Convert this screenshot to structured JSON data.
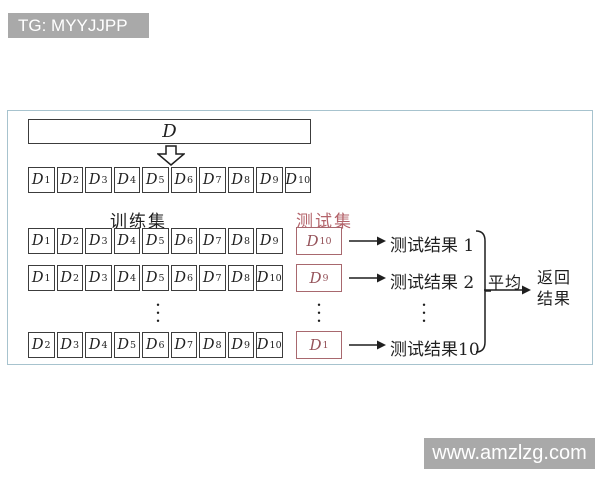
{
  "badges": {
    "top_left": "TG: MYYJJPP",
    "bottom_right": "www.amzlzg.com"
  },
  "colors": {
    "badge_bg": "#a9a9a9",
    "badge_text": "#ffffff",
    "frame_border": "#a7c3ce",
    "box_border": "#3c3c3c",
    "test_border": "#a8686e",
    "test_text": "#95535a",
    "test_label": "#b4646b",
    "ink": "#1f1f1f"
  },
  "diagram": {
    "dataset_label": "D",
    "cell_prefix": "D",
    "full_partition": [
      "1",
      "2",
      "3",
      "4",
      "5",
      "6",
      "7",
      "8",
      "9",
      "10"
    ],
    "train_label": "训练集",
    "test_label": "测试集",
    "folds": [
      {
        "train": [
          "1",
          "2",
          "3",
          "4",
          "5",
          "6",
          "7",
          "8",
          "9"
        ],
        "test": "10",
        "result": "测试结果 1"
      },
      {
        "train": [
          "1",
          "2",
          "3",
          "4",
          "5",
          "6",
          "7",
          "8",
          "10"
        ],
        "test": "9",
        "result": "测试结果 2"
      },
      {
        "train": [
          "2",
          "3",
          "4",
          "5",
          "6",
          "7",
          "8",
          "9",
          "10"
        ],
        "test": "1",
        "result": "测试结果10"
      }
    ],
    "fold_row_tops": [
      117,
      154,
      221
    ],
    "ellipsis": "...",
    "avg_label": "平均",
    "return_label_line1": "返回",
    "return_label_line2": "结果"
  }
}
